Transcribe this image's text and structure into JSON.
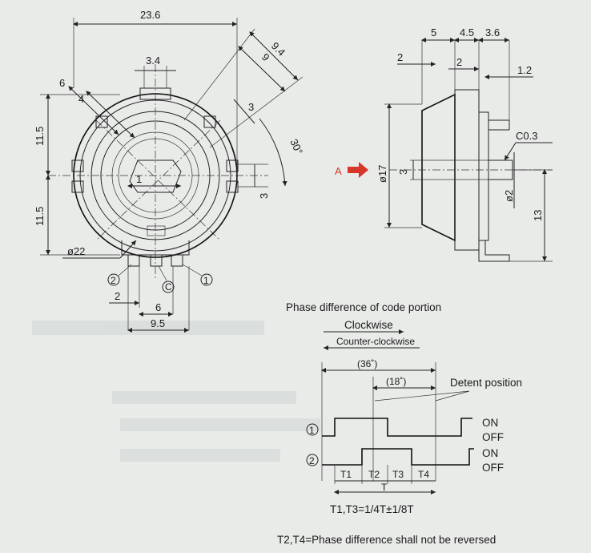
{
  "front_view": {
    "width_23_6": "23.6",
    "d_9_4": "9.4",
    "d_9": "9",
    "d_3_4": "3.4",
    "d_6_top": "6",
    "d_4": "4",
    "d_3_diag": "3",
    "angle_30": "30°",
    "height_upper": "11.5",
    "height_lower": "11.5",
    "d_1": "1",
    "d_3_side": "3",
    "dia_22": "ø22",
    "d_2_bottom": "2",
    "d_6_bottom": "6",
    "d_9_5": "9.5",
    "pin_2": "2",
    "pin_c": "C",
    "pin_1": "1"
  },
  "side_view": {
    "d_5": "5",
    "d_4_5": "4.5",
    "d_3_6": "3.6",
    "d_2_left": "2",
    "d_2_mid": "2",
    "d_1_2": "1.2",
    "chamfer": "C0.3",
    "arrow_label": "A",
    "dia_17": "ø17",
    "d_3": "3",
    "dia_2": "ø2",
    "d_13": "13",
    "arrow_color": "#d8362b"
  },
  "phase": {
    "title": "Phase difference of code portion",
    "clockwise": "Clockwise",
    "counter_clockwise": "Counter-clockwise",
    "angle_36": "(36˚)",
    "angle_18": "(18˚)",
    "detent": "Detent position",
    "signal_1": "1",
    "signal_2": "2",
    "on_1": "ON",
    "off_1": "OFF",
    "on_2": "ON",
    "off_2": "OFF",
    "t1": "T1",
    "t2": "T2",
    "t3": "T3",
    "t4": "T4",
    "t": "T",
    "formula": "T1,T3=1/4T±1/8T",
    "note": "T2,T4=Phase difference shall not be reversed"
  }
}
